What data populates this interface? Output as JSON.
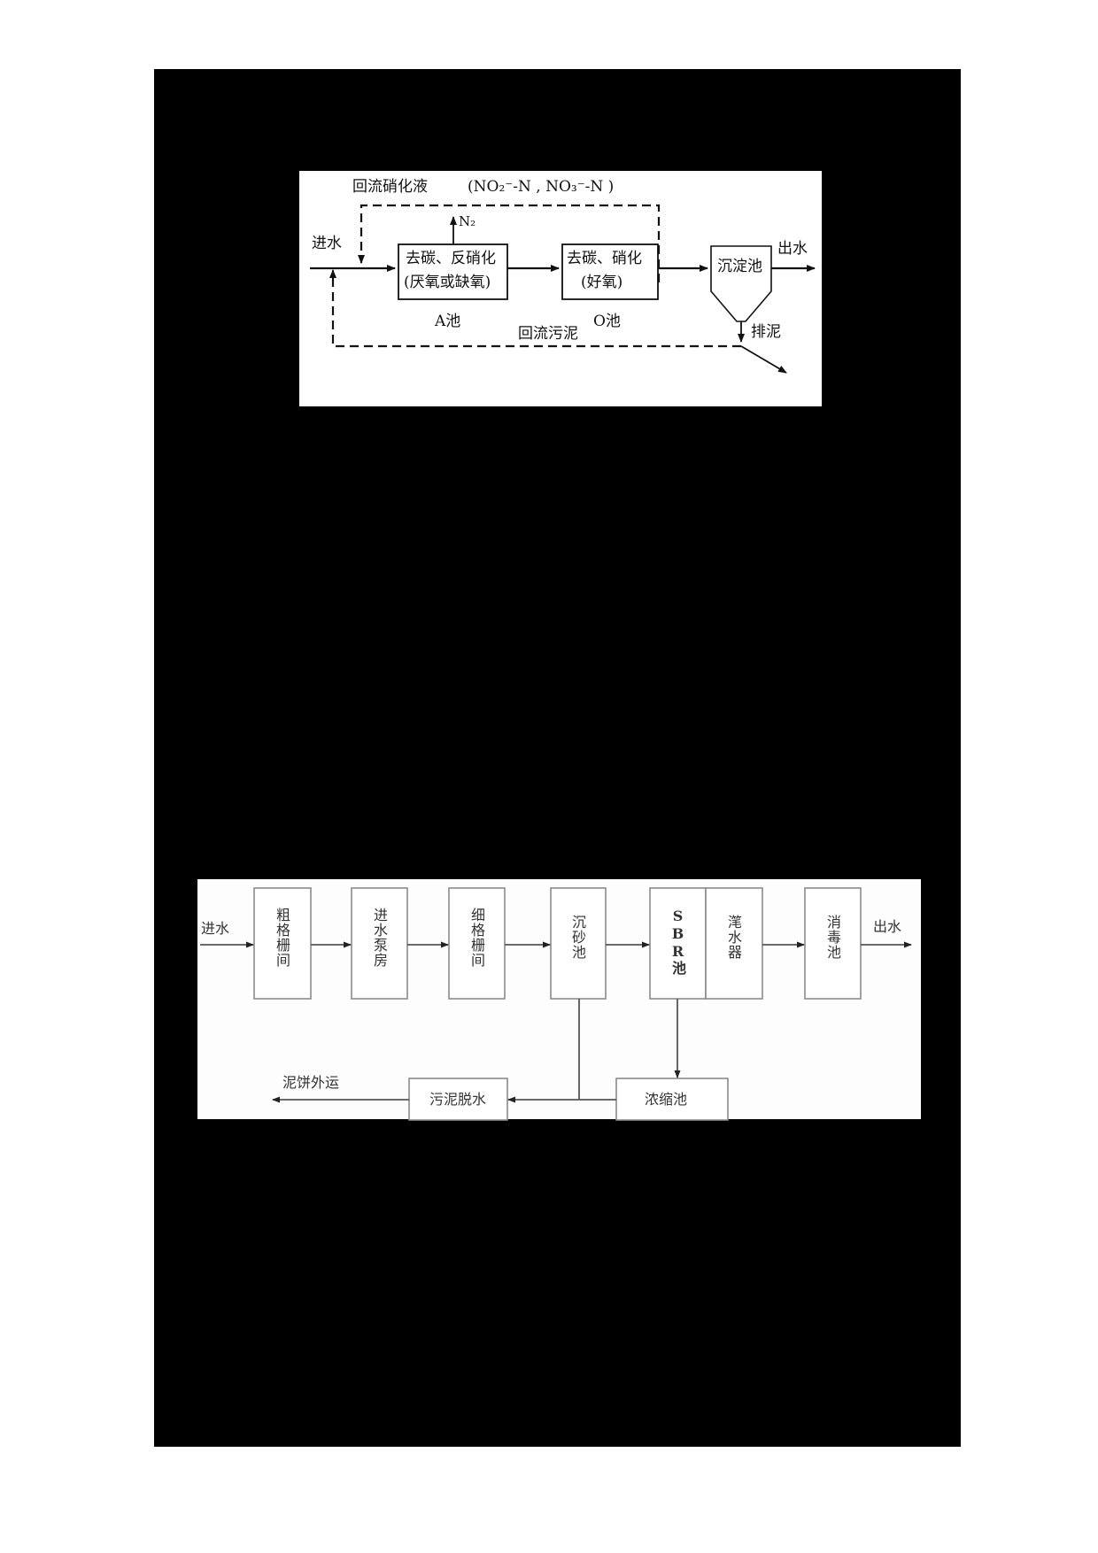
{
  "diagram_ao": {
    "title_flow_recycle": "回流硝化液",
    "recycle_species": "(NO₂⁻-N , NO₃⁻-N )",
    "inlet": "进水",
    "outlet": "出水",
    "gas": "N₂",
    "a_tank": {
      "line1": "去碳、反硝化",
      "line2": "(厌氧或缺氧)",
      "caption": "A池"
    },
    "o_tank": {
      "line1": "去碳、硝化",
      "line2": "(好氧)",
      "caption": "O池"
    },
    "clarifier": "沉淀池",
    "sludge_return": "回流污泥",
    "sludge_discharge": "排泥"
  },
  "diagram_sbr": {
    "inlet": "进水",
    "outlet": "出水",
    "units": [
      {
        "id": "coarse-screen",
        "label": "粗格栅间"
      },
      {
        "id": "lift-pump",
        "label": "进水泵房"
      },
      {
        "id": "fine-screen",
        "label": "细格栅间"
      },
      {
        "id": "grit-chamber",
        "label": "沉砂池"
      },
      {
        "id": "sbr-tank",
        "label": "SBR池"
      },
      {
        "id": "decanter",
        "label": "滗水器"
      },
      {
        "id": "disinfection",
        "label": "消毒池"
      }
    ],
    "thickener": "浓缩池",
    "dewatering": "污泥脱水",
    "cake_export": "泥饼外运"
  },
  "colors": {
    "background_mask": "#000000",
    "figure_bg": "#ffffff",
    "line": "#111111",
    "box_border_fig2": "#8a8a8a"
  }
}
